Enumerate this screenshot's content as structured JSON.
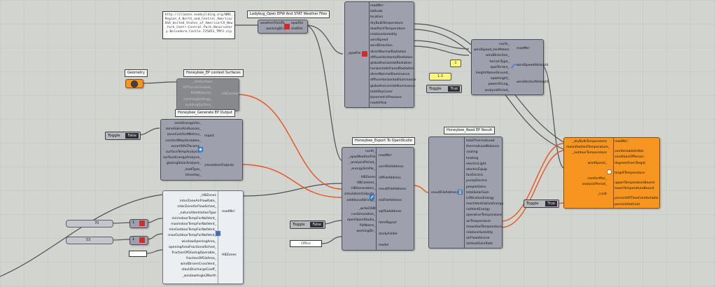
{
  "canvas_titles": {
    "epw": "Ladybug_Open EPW And STAT Weather Files",
    "ctx_surfaces": "Honeybee_EP context Surfaces",
    "gen_output": "Honeybee_Generate EP Output",
    "export": "Honeybee_Export To OpenStudio",
    "read_result": "Honeybee_Read EP Result",
    "geometry": "Geometry"
  },
  "url_panel_text": "http://climate.onebuilding.org/WMO_Region_4_North_and_Central_America/USA_United_States_of_America/CA_New_York_Centr-Central.Park.Observatory.Belvedere.Castle.725053_TMY3.zip",
  "epw_open": {
    "inputs": [
      "weatherFileURL",
      "workingDir_"
    ],
    "outputs": [
      "epwFile",
      "statFile"
    ]
  },
  "import_epw": {
    "inputs": [
      "_epwFile"
    ],
    "outputs": [
      "readMe!",
      "latitude",
      "location",
      "dryBulbTemperature",
      "dewPointTemperature",
      "relativeHumidity",
      "windSpeed",
      "windDirection",
      "directNormalRadiation",
      "diffuseHorizontalRadiation",
      "globalHorizontalRadiation",
      "horizontalInfraredRadiation",
      "directNormalIlluminance",
      "diffuseHorizontalIlluminance",
      "globalHorizontalIlluminance",
      "totalSkyCover",
      "barometricPressure",
      "modelYear"
    ]
  },
  "wind_speed": {
    "inputs": [
      "north_",
      "windSpeed_tenMeters",
      "windDirection_",
      "terrainType_",
      "epwTerrain_",
      "heightAboveGround_",
      "epwHeight_",
      "powerOrLog_",
      "analysisPeriod_"
    ],
    "outputs": [
      "readMe!",
      "windSpeedAtHeight",
      "windVectorAtHeight"
    ],
    "panel_value": "1",
    "height_value": "1.3",
    "toggle_label": "Toggle",
    "toggle_value": "True"
  },
  "ctx_surfaces": {
    "inputs": [
      "_shdSurface",
      "EPTransSchedule_",
      "RADMaterial_",
      "meshingSettings_",
      "buildingSurface_"
    ],
    "outputs": [
      "HBContext"
    ]
  },
  "gen_output": {
    "inputs": [
      "zoneEnergyUse_",
      "zoneGainsAndLosses_",
      "zoneComfortMetrics_",
      "comfortMapVariables_",
      "zoneHVACParams_",
      "surfaceTempAnalysis_",
      "surfaceEnergyAnalysis_",
      "glazingSolarAnalysis_",
      "_loadType_",
      "timestep_"
    ],
    "outputs": [
      "report",
      "simulationOutputs"
    ],
    "toggle_label": "Toggle",
    "toggle_value": "False"
  },
  "export": {
    "inputs": [
      "north_",
      "_epwWeatherFile",
      "_analysisPeriod_",
      "_energySimPar_",
      "HBZones",
      "HBContext_",
      "HBGenerators_",
      "simulationOutputs_",
      "additionalStrings_",
      "_writeOSM",
      "runSimulation_",
      "openOpenStudio_",
      "fileName_",
      "workingDir_"
    ],
    "outputs": [
      "readMe!",
      "osmFileAddress",
      "idfFileAddress",
      "resultFileAddress",
      "eioFileAddress",
      "sqlFileAddress",
      "htmlReport",
      "studyFolder",
      "model"
    ],
    "toggle_label": "Toggle",
    "toggle_value": "False",
    "filename_value": "Office"
  },
  "read_result": {
    "inputs": [
      "resultFileAddress"
    ],
    "outputs": [
      "totalThermalLoad",
      "thermalLoadBalance",
      "cooling",
      "heating",
      "electricLight",
      "electricEquip",
      "fanElectric",
      "pumpElectric",
      "peopleGains",
      "totalSolarGain",
      "infiltrationEnergy",
      "mechVentilationEnergy",
      "natVentEnergy",
      "operativeTemperature",
      "airTemperature",
      "meanRadTemperature",
      "relativeHumidity",
      "airFlowVolume",
      "airHeatGainRate"
    ]
  },
  "comfort": {
    "inputs": [
      "_dryBulbTemperature",
      "meanRadiantTemperature_",
      "_outdoorTemperature",
      "windSpeed_",
      "comfortPar_",
      "analysisPeriod_",
      "_runIt"
    ],
    "outputs": [
      "readMe!",
      "comfortableOrNot",
      "conditionOfPerson",
      "degreesFromTarget",
      "targetTemperature",
      "upperTemperatureBound",
      "lowerTemperatureBound",
      "percentOfTimeComfortable",
      "percentHotCold"
    ],
    "toggle_label": "Toggle",
    "toggle_value": "True"
  },
  "nat_vent": {
    "inputs": [
      "_HBZones",
      "interZoneAirFlowRate_",
      "interZoneAirFlowSched_",
      "_naturalVentilationType",
      "minIndoorTempForNatVent_",
      "maxIndoorTempForNatVent_",
      "minOutdoorTempForNatVent_",
      "maxOutdoorTempForNatVent_",
      "windowOpeningArea_",
      "openingAreaFractionalSched_",
      "fractionOfGlazingOperable_",
      "fractionOfGlzArea_",
      "windDrivenCrossVent_",
      "stackDischargeCoeff_",
      "_windowAngle2North"
    ],
    "outputs": [
      "readMe!",
      "HBZones"
    ],
    "slider1_value": "70",
    "slider2_value": "53",
    "num1": "1",
    "num2": "1"
  },
  "colors": {
    "node": "#9ea0ad",
    "wire": "#4e5058",
    "wire_selected": "#e8531f",
    "orange_node": "#f6951f"
  }
}
